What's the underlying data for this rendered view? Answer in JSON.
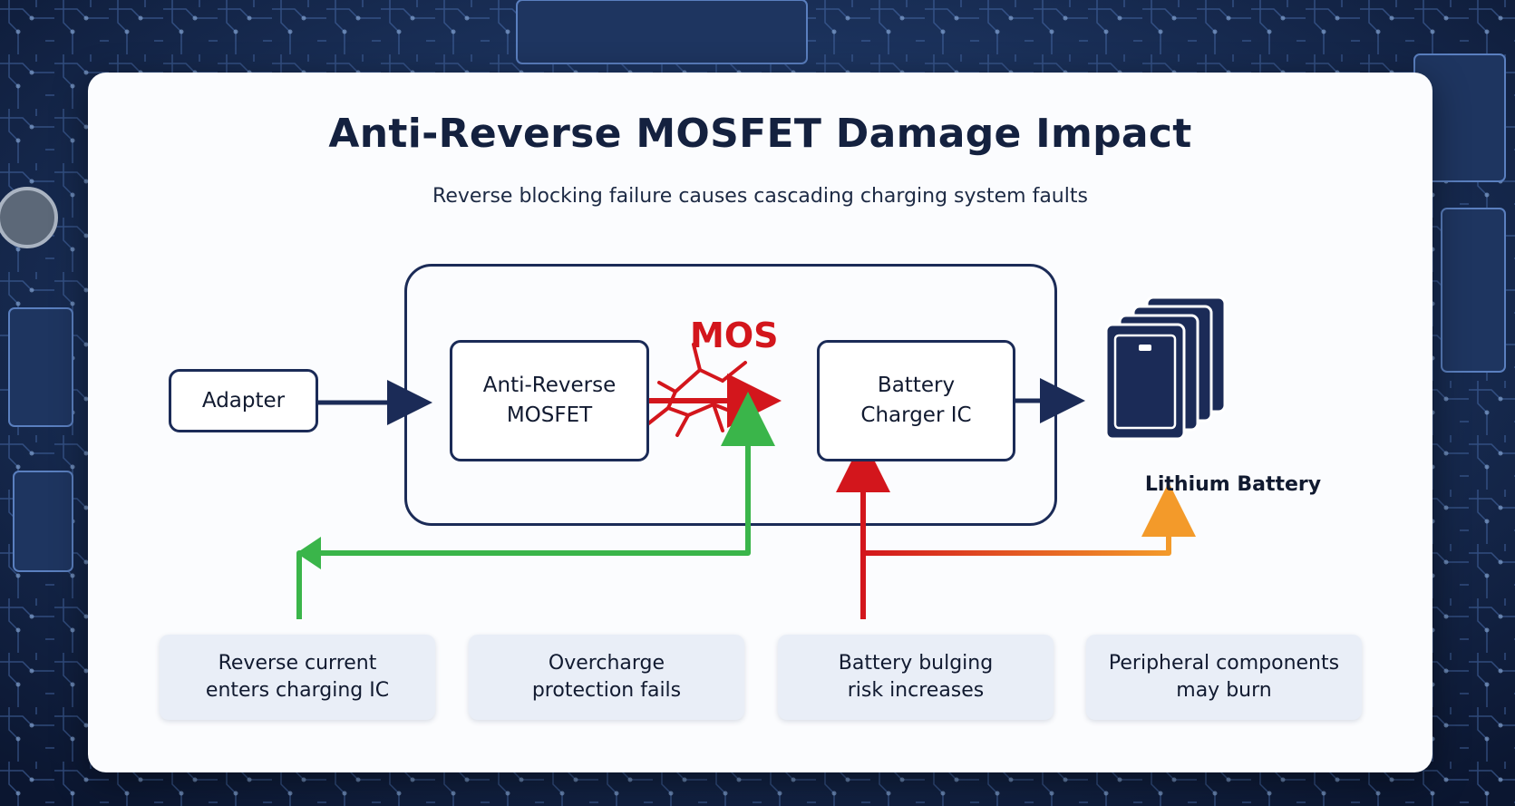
{
  "title": "Anti-Reverse MOSFET Damage Impact",
  "subtitle": "Reverse blocking failure causes cascading charging system faults",
  "nodes": {
    "adapter": "Adapter",
    "mosfet": "Anti-Reverse\nMOSFET",
    "charger": "Battery\nCharger IC",
    "battery": "Lithium Battery"
  },
  "mos_damage_label": "MOS",
  "effects": [
    "Reverse current\nenters charging IC",
    "Overcharge\nprotection fails",
    "Battery bulging\nrisk increases",
    "Peripheral components\nmay burn"
  ],
  "colors": {
    "navy": "#1b2b57",
    "damage_red": "#d3161c",
    "green": "#3ab54a",
    "orange": "#f39a2a",
    "card_background": "#fbfcfe",
    "effect_background": "#e9eef7"
  }
}
